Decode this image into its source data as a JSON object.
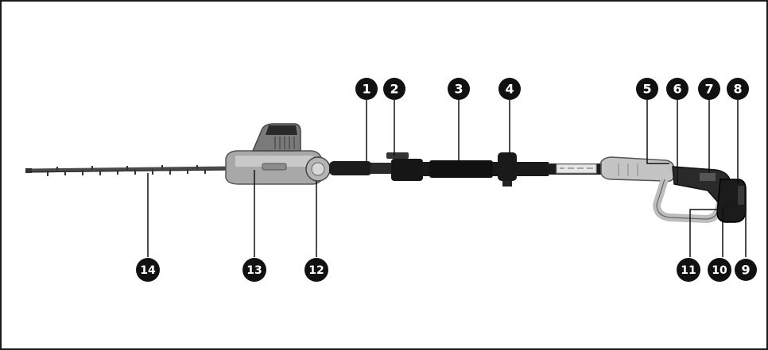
{
  "diagram": {
    "callouts": [
      {
        "label": "1"
      },
      {
        "label": "2"
      },
      {
        "label": "3"
      },
      {
        "label": "4"
      },
      {
        "label": "5"
      },
      {
        "label": "6"
      },
      {
        "label": "7"
      },
      {
        "label": "8"
      },
      {
        "label": "9"
      },
      {
        "label": "10"
      },
      {
        "label": "11"
      },
      {
        "label": "12"
      },
      {
        "label": "13"
      },
      {
        "label": "14"
      }
    ],
    "colors": {
      "callout_fill": "#111111",
      "callout_text": "#ffffff",
      "leader_line": "#111111",
      "shaft": "#1c1c1c",
      "housing": "#9a9a9a",
      "housing_light": "#c9c9c9",
      "blade": "#4a4a4a",
      "frame": "#1a1a1a"
    }
  }
}
